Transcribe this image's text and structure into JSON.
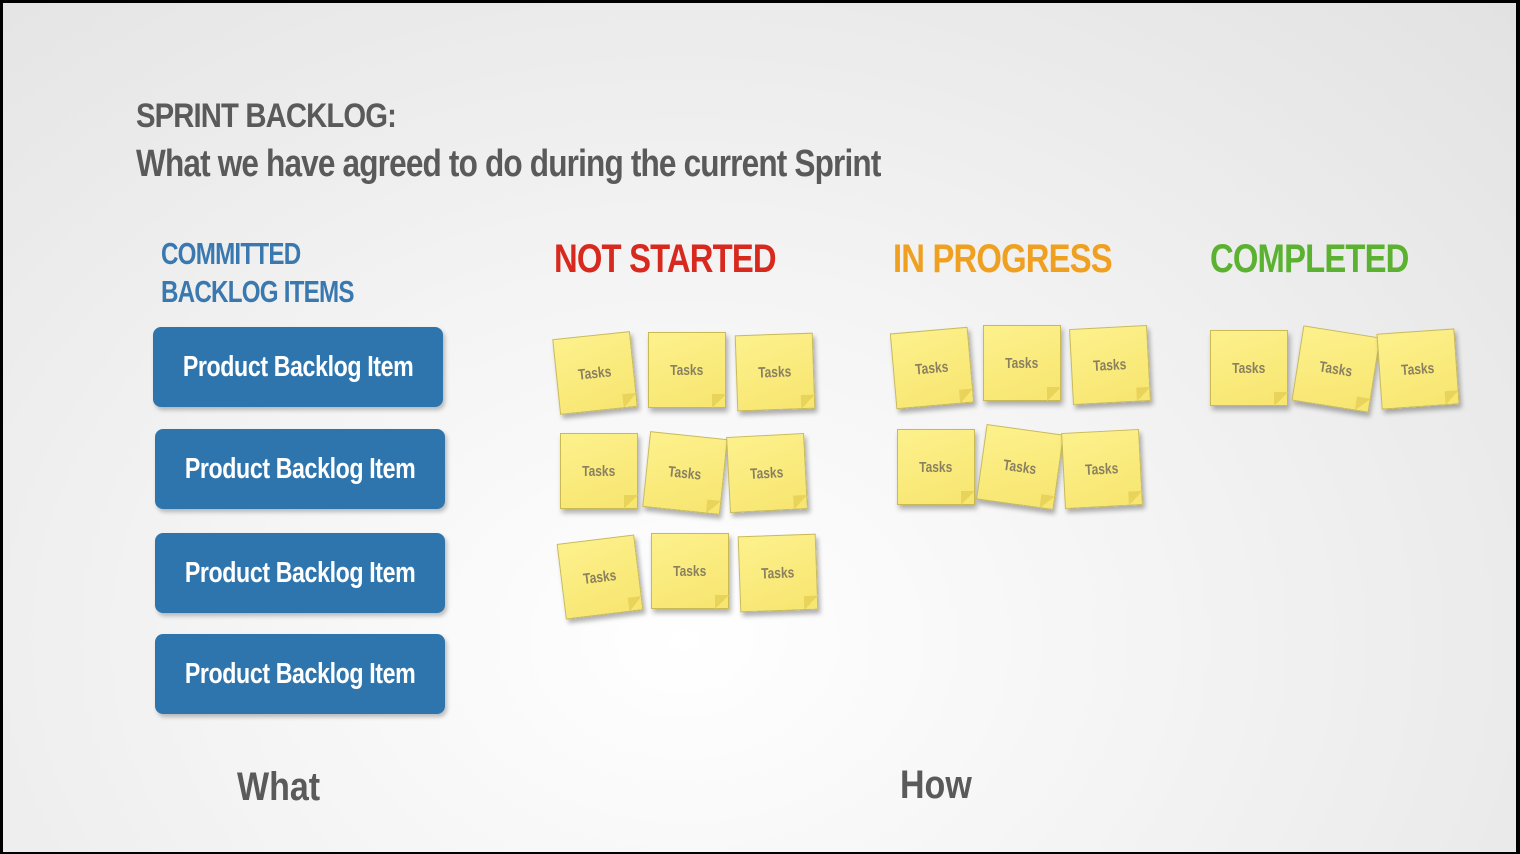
{
  "header": {
    "title": "SPRINT BACKLOG:",
    "subtitle": "What we have agreed to do during the current Sprint"
  },
  "columns": {
    "committed": {
      "label": "COMMITTED BACKLOG ITEMS",
      "color": "#3a78b0"
    },
    "not_started": {
      "label": "NOT STARTED",
      "color": "#d8291f"
    },
    "in_progress": {
      "label": "IN PROGRESS",
      "color": "#f0a020"
    },
    "completed": {
      "label": "COMPLETED",
      "color": "#5bb230"
    }
  },
  "backlog_items": [
    {
      "label": "Product Backlog Item"
    },
    {
      "label": "Product Backlog Item"
    },
    {
      "label": "Product Backlog Item"
    },
    {
      "label": "Product Backlog Item"
    }
  ],
  "notes": {
    "not_started": [
      "Tasks",
      "Tasks",
      "Tasks",
      "Tasks",
      "Tasks",
      "Tasks",
      "Tasks",
      "Tasks",
      "Tasks"
    ],
    "in_progress": [
      "Tasks",
      "Tasks",
      "Tasks",
      "Tasks",
      "Tasks",
      "Tasks"
    ],
    "completed": [
      "Tasks",
      "Tasks",
      "Tasks"
    ]
  },
  "footer": {
    "what": "What",
    "how": "How"
  }
}
